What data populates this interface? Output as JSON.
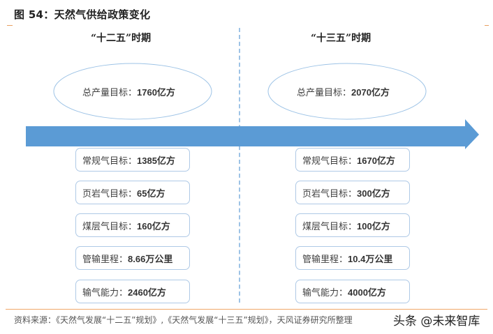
{
  "figure": {
    "title": "图 54：天然气供给政策变化"
  },
  "colors": {
    "arrow": "#5b9bd5",
    "box_border": "#aec9e6",
    "ellipse_border": "#9dc3e6",
    "divider": "#9dc3e6",
    "rule": "#f0a868"
  },
  "periods": [
    {
      "label": "“十二五”时期",
      "total": {
        "label": "总产量目标：",
        "value": "1760亿方"
      },
      "items": [
        {
          "label": "常规气目标：",
          "value": "1385亿方"
        },
        {
          "label": "页岩气目标：",
          "value": "65亿方"
        },
        {
          "label": "煤层气目标：",
          "value": "160亿方"
        },
        {
          "label": "管输里程：",
          "value": "8.66万公里"
        },
        {
          "label": "输气能力：",
          "value": "2460亿方"
        }
      ]
    },
    {
      "label": "“十三五”时期",
      "total": {
        "label": "总产量目标：",
        "value": "2070亿方"
      },
      "items": [
        {
          "label": "常规气目标：",
          "value": "1670亿方"
        },
        {
          "label": "页岩气目标：",
          "value": "300亿方"
        },
        {
          "label": "煤层气目标：",
          "value": "100亿方"
        },
        {
          "label": "管输里程：",
          "value": "10.4万公里"
        },
        {
          "label": "输气能力：",
          "value": "4000亿方"
        }
      ]
    }
  ],
  "footer": {
    "source": "资料来源：《天然气发展“十二五”规划》,《天然气发展“十三五”规划》，天风证券研究所整理",
    "watermark": "头条 @未来智库"
  }
}
